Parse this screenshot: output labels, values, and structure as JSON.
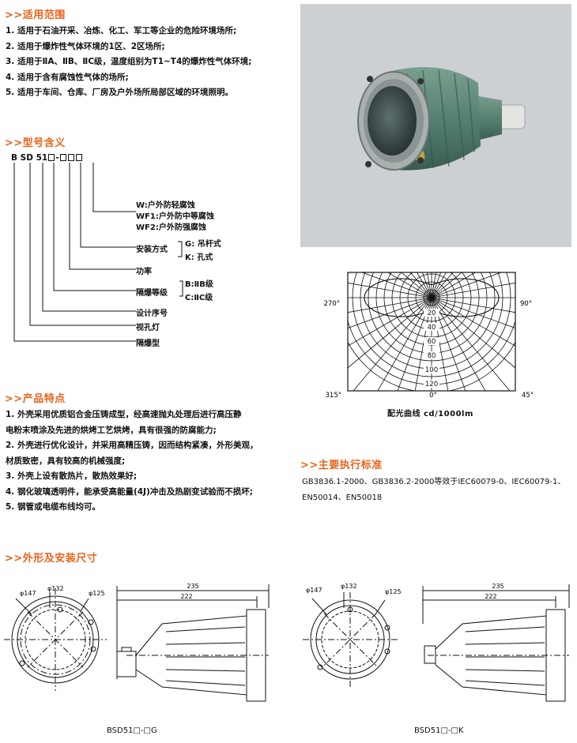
{
  "sections": {
    "scope": {
      "title": ">>适用范围",
      "items": [
        "1. 适用于石油开采、冶炼、化工、军工等企业的危险环境场所;",
        "2. 适用于爆炸性气体环境的1区、2区场所;",
        "3. 适用于ⅡA、ⅡB、ⅡC级，温度组别为T1~T4的爆炸性气体环境;",
        "4. 适用于含有腐蚀性气体的场所;",
        "5. 适用于车间、仓库、厂房及户外场所局部区域的环境照明。"
      ]
    },
    "model": {
      "title": ">>型号含义",
      "code_prefix": "B SD 51",
      "dash": "-",
      "labels": {
        "w": "W:户外防轻腐蚀",
        "wf1": "WF1:户外防中等腐蚀",
        "wf2": "WF2:户外防强腐蚀",
        "mount": "安装方式",
        "mount_g": "G:  吊杆式",
        "mount_k": "K:  孔式",
        "power": "功率",
        "exlevel": "隔爆等级",
        "ex_b": "B:ⅡB级",
        "ex_c": "C:ⅡC级",
        "serial": "设计序号",
        "lamp": "视孔灯",
        "type": "隔爆型"
      }
    },
    "features": {
      "title": ">>产品特点",
      "items": [
        "1. 外壳采用优质铝合金压铸成型，经高速抛丸处理后进行高压静",
        "    电粉末喷涂及先进的烘烤工艺烘烤，具有很强的防腐能力;",
        "2. 外壳进行优化设计，并采用高精压铸，因而结构紧凑，外形美观，",
        "    材质致密，具有较高的机械强度;",
        "3. 外壳上设有散热片，散热效果好;",
        "4. 钢化玻璃透明件，能承受高能量(4J)冲击及热剧变试验而不损坏;",
        "5. 钢管或电缆布线均可。"
      ]
    },
    "standards": {
      "title": ">>主要执行标准",
      "lines": [
        "GB3836.1-2000、GB3836.2-2000等效于IEC60079-0、IEC60079-1、",
        "EN50014、EN50018"
      ]
    },
    "dimensions": {
      "title": ">>外形及安装尺寸",
      "phi147": "φ147",
      "phi132": "φ132",
      "phi125": "φ125",
      "len235": "235",
      "len222": "222",
      "caption_g": "BSD51□-□G",
      "caption_k": "BSD51□-□K"
    }
  },
  "polar": {
    "caption": "配光曲线 cd/1000lm",
    "angle_labels": {
      "a270": "270°",
      "a90": "90°",
      "a315": "315°",
      "a0": "0°",
      "a45": "45°"
    },
    "radial_ticks": [
      "20",
      "40",
      "60",
      "80",
      "100",
      "120"
    ]
  },
  "photo": {
    "background": "#cdd0d3",
    "lamp_color": "#4f7a6b"
  }
}
